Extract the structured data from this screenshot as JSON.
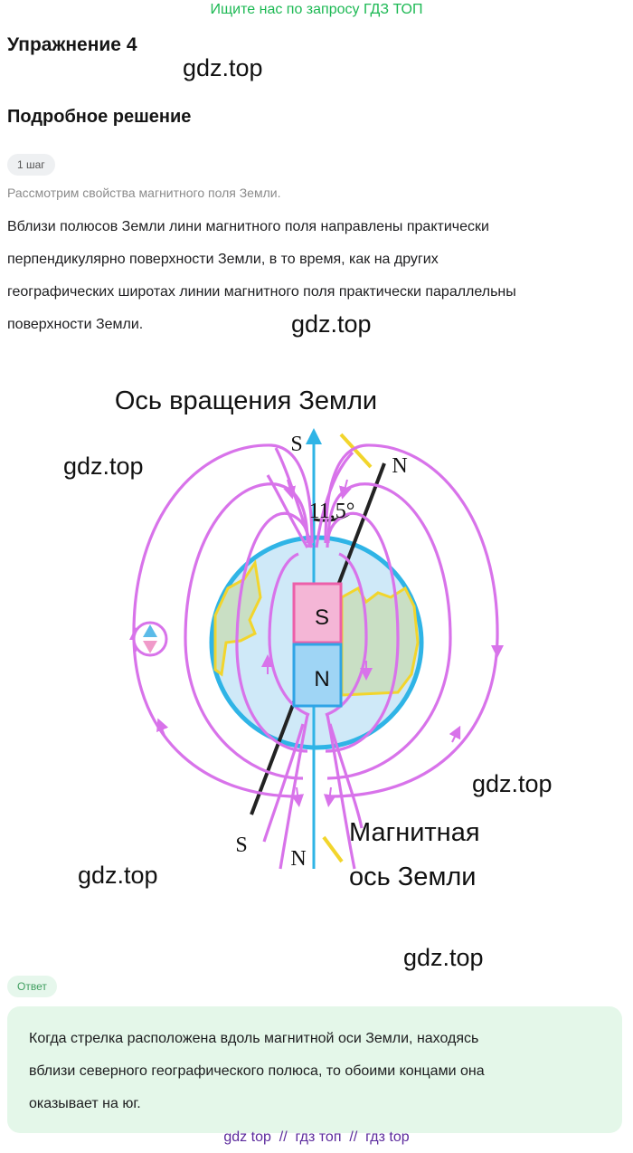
{
  "promo": "Ищите нас по запросу ГДЗ ТОП",
  "exercise_title": "Упражнение 4",
  "watermark": "gdz.top",
  "section_title": "Подробное решение",
  "step": {
    "badge": "1 шаг",
    "description": "Рассмотрим свойства магнитного поля Земли.",
    "lines": [
      "Вблизи полюсов Земли лини магнитного поля направлены практически",
      "перпендикулярно поверхности Земли, в то время, как на других",
      "географических широтах линии магнитного поля практически параллельны",
      "поверхности Земли."
    ]
  },
  "figure": {
    "axis_caption": "Ось вращения Земли",
    "angle_label": "11,5°",
    "magnet_top": "S",
    "magnet_bottom": "N",
    "geo_top": "S",
    "geo_bottom": "N",
    "mag_pole_top": "N",
    "mag_pole_bottom": "S",
    "mag_axis_line1": "Магнитная",
    "mag_axis_line2": "ось Земли",
    "colors": {
      "field": "#d873ea",
      "earth": "#cfe9f8",
      "earth_stroke": "#2fb4e6",
      "land": "#c9dfc4",
      "coast": "#f2d52c",
      "magnet_s": "#f4b6d6",
      "magnet_n": "#9fd5f5"
    }
  },
  "answer": {
    "badge": "Ответ",
    "lines": [
      "Когда стрелка расположена вдоль магнитной оси Земли, находясь",
      "вблизи северного географического полюса, то обоими концами она",
      "оказывает на юг."
    ]
  },
  "footer": "gdz top  //  гдз топ  //  гдз top"
}
